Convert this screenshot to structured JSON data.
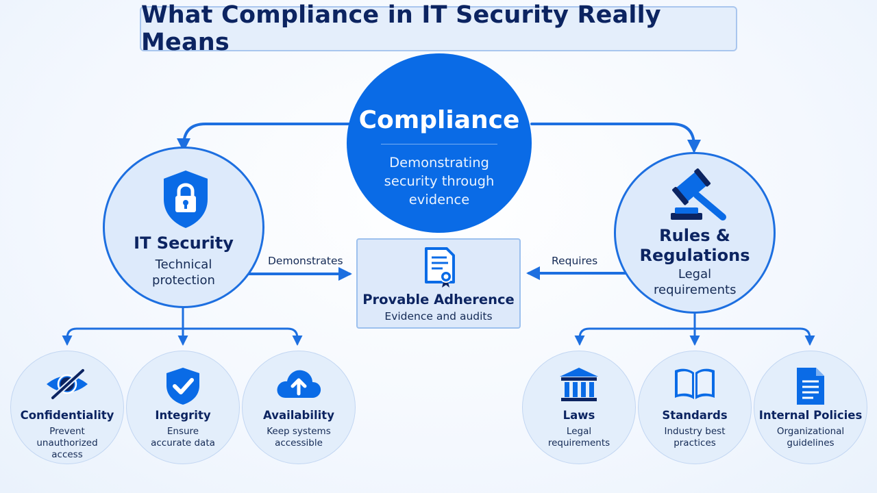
{
  "title": "What Compliance in IT Security Really Means",
  "compliance": {
    "title": "Compliance",
    "subtitle": "Demonstrating security through evidence"
  },
  "it_security": {
    "title": "IT Security",
    "subtitle": "Technical protection",
    "icon": "shield-lock-icon"
  },
  "rules": {
    "title": "Rules & Regulations",
    "subtitle": "Legal requirements",
    "icon": "gavel-icon"
  },
  "adherence": {
    "title": "Provable Adherence",
    "subtitle": "Evidence and audits",
    "icon": "certificate-document-icon"
  },
  "edges": {
    "demonstrates": "Demonstrates",
    "requires": "Requires"
  },
  "security_pillars": [
    {
      "title": "Confidentiality",
      "subtitle": "Prevent unauthorized access",
      "icon": "eye-slash-icon"
    },
    {
      "title": "Integrity",
      "subtitle": "Ensure accurate data",
      "icon": "shield-check-icon"
    },
    {
      "title": "Availability",
      "subtitle": "Keep systems accessible",
      "icon": "cloud-upload-icon"
    }
  ],
  "regulation_types": [
    {
      "title": "Laws",
      "subtitle": "Legal requirements",
      "icon": "courthouse-icon"
    },
    {
      "title": "Standards",
      "subtitle": "Industry best practices",
      "icon": "open-book-icon"
    },
    {
      "title": "Internal Policies",
      "subtitle": "Organizational guidelines",
      "icon": "document-icon"
    }
  ],
  "colors": {
    "primary": "#0a6be6",
    "line": "#1d6fe0",
    "dark_text": "#0c2461",
    "circle_fill": "#ddeafb"
  }
}
